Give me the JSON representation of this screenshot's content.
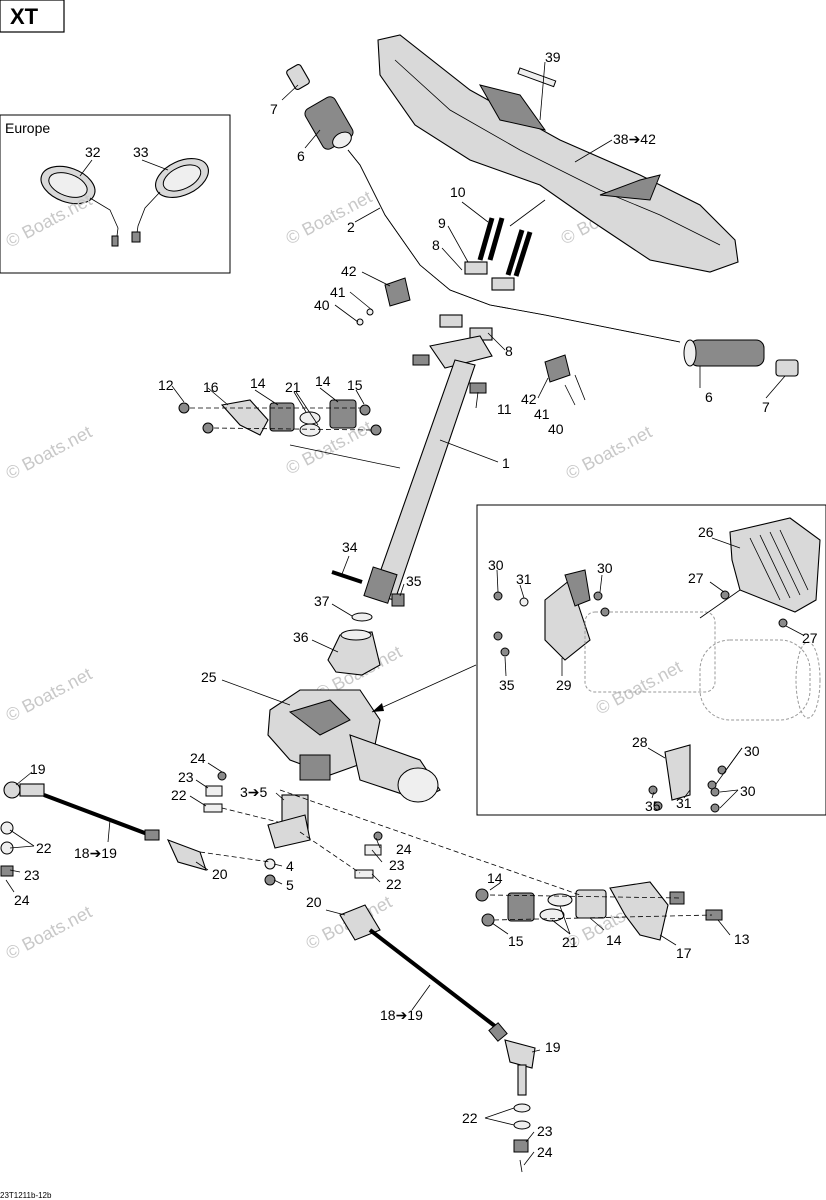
{
  "badge": "XT",
  "inset_europe": {
    "title": "Europe",
    "labels": [
      "32",
      "33"
    ],
    "watermark": "© Boats.net"
  },
  "watermark": "© Boats.net",
  "labels": {
    "l39": "39",
    "l38_42": "38➔42",
    "l7a": "7",
    "l6a": "6",
    "l2": "2",
    "l10": "10",
    "l9": "9",
    "l8a": "8",
    "l42a": "42",
    "l41a": "41",
    "l40a": "40",
    "l8b": "8",
    "l42b": "42",
    "l41b": "41",
    "l40b": "40",
    "l11": "11",
    "l6b": "6",
    "l7b": "7",
    "l12": "12",
    "l16": "16",
    "l14a": "14",
    "l21a": "21",
    "l14b": "14",
    "l15a": "15",
    "l1": "1",
    "l34": "34",
    "l35a": "35",
    "l37": "37",
    "l36": "36",
    "l25": "25",
    "l24a": "24",
    "l23a": "23",
    "l22a": "22",
    "l3_5": "3➔5",
    "l4": "4",
    "l5": "5",
    "l24b": "24",
    "l23b": "23",
    "l22b": "22",
    "l19a": "19",
    "l22c": "22",
    "l18_19a": "18➔19",
    "l20a": "20",
    "l23c": "23",
    "l24c": "24",
    "l20b": "20",
    "l18_19b": "18➔19",
    "l19b": "19",
    "l22d": "22",
    "l23d": "23",
    "l24d": "24",
    "l14c": "14",
    "l15b": "15",
    "l21b": "21",
    "l14d": "14",
    "l17": "17",
    "l13": "13",
    "l26": "26",
    "l27a": "27",
    "l27b": "27",
    "l30a": "30",
    "l31a": "31",
    "l30b": "30",
    "l35b": "35",
    "l29": "29",
    "l28": "28",
    "l30c": "30",
    "l30d": "30",
    "l35c": "35",
    "l31b": "31"
  },
  "footer_code": "23T1211b-12b"
}
